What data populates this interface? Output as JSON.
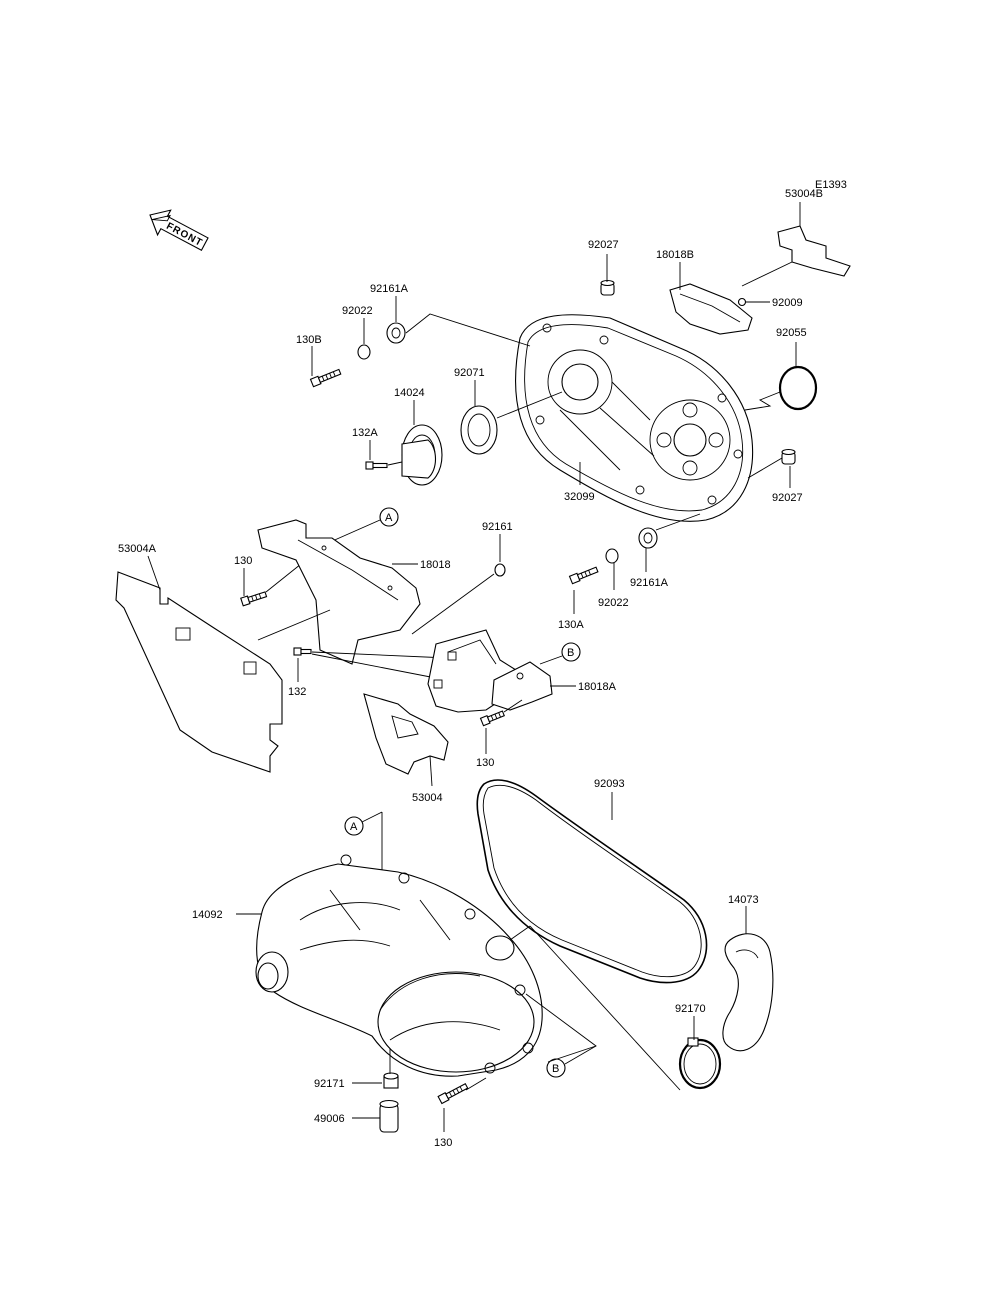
{
  "diagram_code": "E1393",
  "front_label": "FRONT",
  "callouts": {
    "A": "A",
    "B": "B"
  },
  "parts": {
    "p53004B": "53004B",
    "p92027_top": "92027",
    "p18018B": "18018B",
    "p92009": "92009",
    "p92055": "92055",
    "p92161A_top": "92161A",
    "p92022_top": "92022",
    "p130B": "130B",
    "p92071": "92071",
    "p14024": "14024",
    "p132A": "132A",
    "p32099": "32099",
    "p92027_right": "92027",
    "p53004A": "53004A",
    "p130_left": "130",
    "p18018": "18018",
    "p92161": "92161",
    "p92161A_mid": "92161A",
    "p92022_mid": "92022",
    "p130A": "130A",
    "p132": "132",
    "p18018A": "18018A",
    "p130_mid": "130",
    "p53004": "53004",
    "p92093": "92093",
    "p14092": "14092",
    "p14073": "14073",
    "p92170": "92170",
    "p92171": "92171",
    "p49006": "49006",
    "p130_bottom": "130"
  }
}
